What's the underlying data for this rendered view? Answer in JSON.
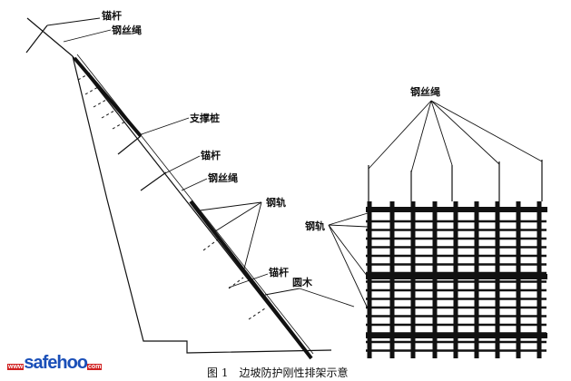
{
  "labels": {
    "anchor_top": "锚杆",
    "rope_top": "钢丝绳",
    "support_pile": "支撑桩",
    "anchor_mid": "锚杆",
    "rope_mid": "钢丝绳",
    "rail_left": "钢轨",
    "anchor_low": "锚杆",
    "log": "圆木",
    "rope_right": "钢丝绳",
    "rail_right": "钢轨"
  },
  "caption": "图 1　边坡防护刚性排架示意",
  "watermark": {
    "prefix": "www",
    "name": "safehoo",
    "suffix": "com"
  }
}
